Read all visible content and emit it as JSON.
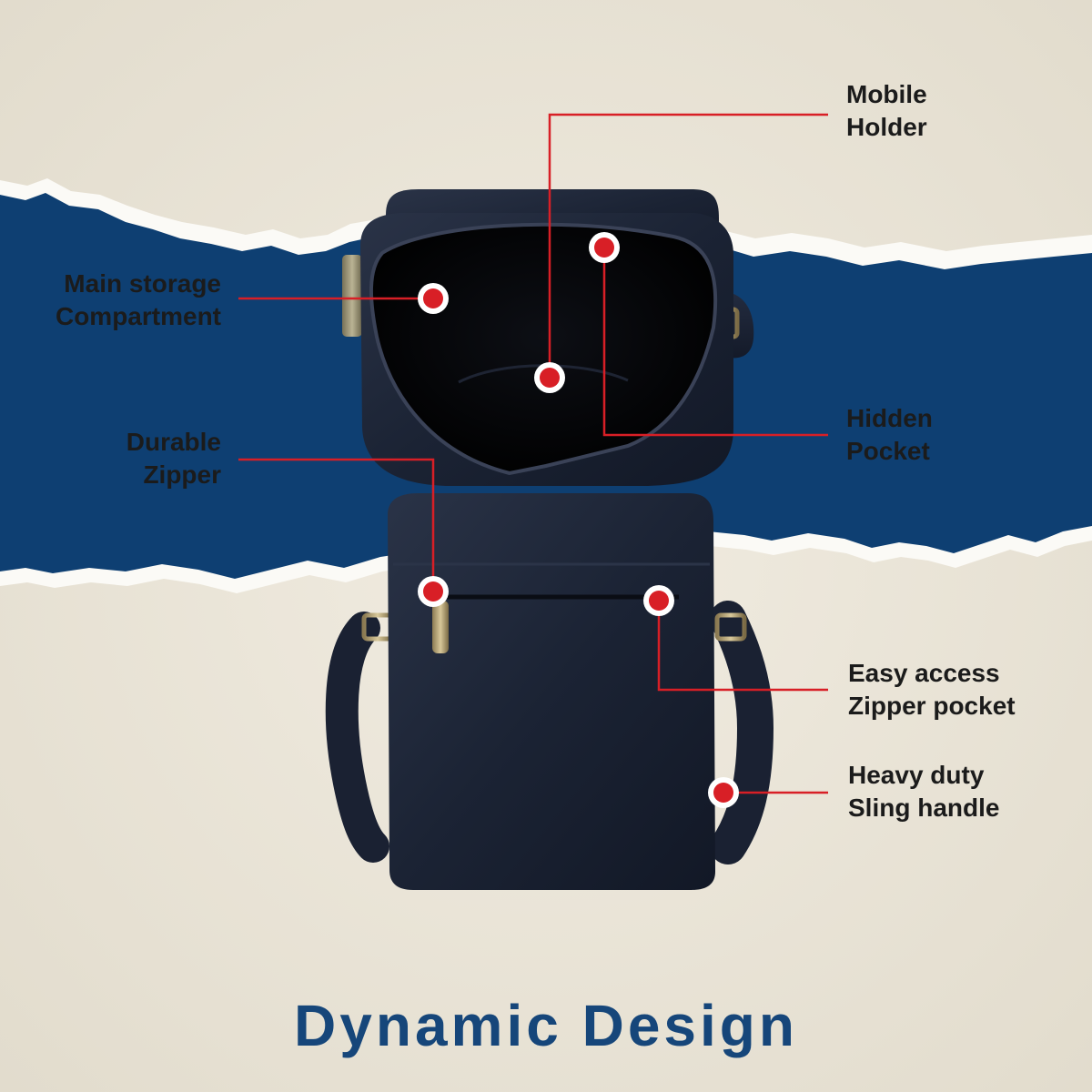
{
  "callouts": {
    "mobile_holder": [
      "Mobile",
      "Holder"
    ],
    "main_storage": [
      "Main storage",
      "Compartment"
    ],
    "hidden_pocket": [
      "Hidden",
      "Pocket"
    ],
    "durable_zipper": [
      "Durable",
      "Zipper"
    ],
    "easy_access": [
      "Easy access",
      "Zipper pocket"
    ],
    "heavy_duty": [
      "Heavy duty",
      "Sling handle"
    ]
  },
  "title": "Dynamic Design",
  "colors": {
    "paper": "#ece7db",
    "band": "#0e3f72",
    "leader": "#d81f26",
    "title": "#16467a",
    "bag": "#1a2233"
  }
}
